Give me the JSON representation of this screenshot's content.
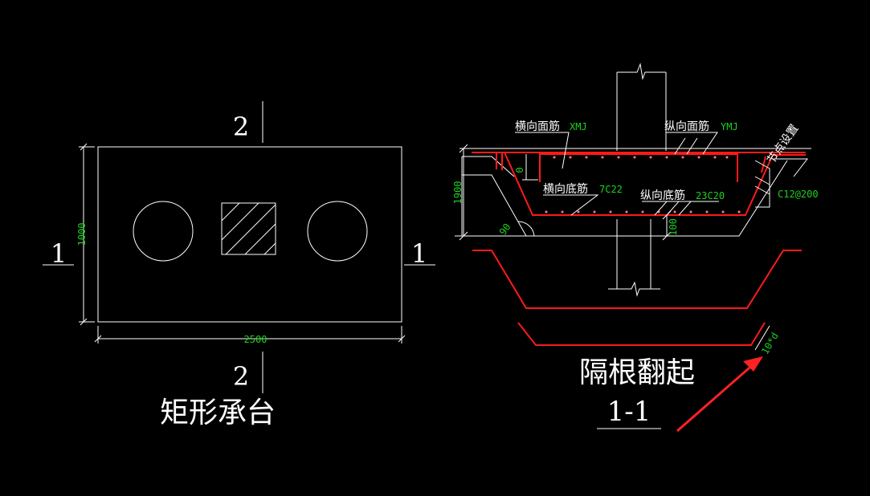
{
  "colors": {
    "background": "#000000",
    "line": "#ffffff",
    "rebar": "#ff1a1a",
    "dimension_text": "#1fd11f",
    "arrow": "#ff2222"
  },
  "plan": {
    "title": "矩形承台",
    "dim_width": "2500",
    "dim_height": "1000",
    "section_1_left": "1",
    "section_1_right": "1",
    "section_2_top": "2",
    "section_2_bottom": "2"
  },
  "section": {
    "title_top": "隔根翻起",
    "title_bottom": "1-1",
    "label_h_top": "横向面筋",
    "code_h_top": "XMJ",
    "label_v_top": "纵向面筋",
    "code_v_top": "YMJ",
    "label_h_bottom": "横向底筋",
    "code_h_bottom": "7C22",
    "label_v_bottom": "纵向底筋",
    "code_v_bottom": "23C20",
    "label_node": "节点设置",
    "label_stirrup": "C12@200",
    "dim_height": "1900",
    "dim_zero": "0",
    "dim_cover": "100",
    "angle": "90",
    "hook_length": "10*d"
  }
}
